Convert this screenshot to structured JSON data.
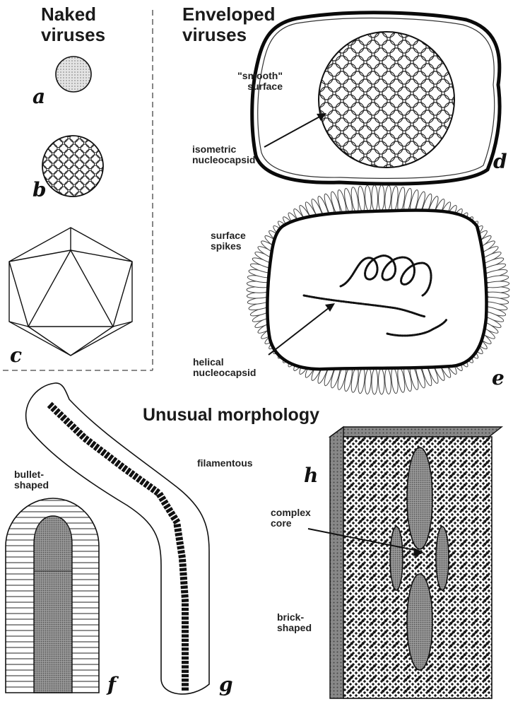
{
  "headings": {
    "naked": "Naked viruses",
    "enveloped": "Enveloped viruses",
    "unusual": "Unusual morphology"
  },
  "labels": {
    "smooth_surface": "\"smooth\" surface",
    "isometric_nucleocapsid": "isometric nucleocapsid",
    "surface_spikes": "surface spikes",
    "helical_nucleocapsid": "helical nucleocapsid",
    "filamentous": "filamentous",
    "bullet_shaped": "bullet-shaped",
    "complex_core": "complex core",
    "brick_shaped": "brick-shaped"
  },
  "letters": {
    "a": "a",
    "b": "b",
    "c": "c",
    "d": "d",
    "e": "e",
    "f": "f",
    "g": "g",
    "h": "h"
  }
}
